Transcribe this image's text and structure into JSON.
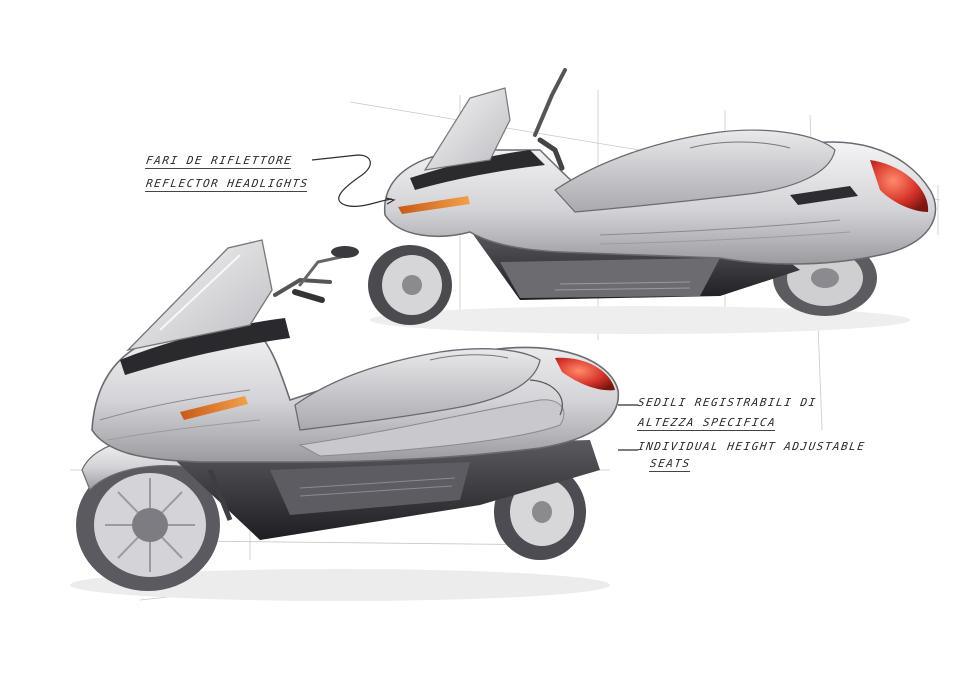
{
  "annotations": {
    "headlights_it": "Fari de riflettore",
    "headlights_en": "Reflector headlights",
    "seats_it_line1": "Sedili registrabili di",
    "seats_it_line2": "altezza specifica",
    "seats_en_line1": "Individual height adjustable",
    "seats_en_line2": "seats"
  },
  "colors": {
    "accent_orange": "#e07a2a",
    "tail_red": "#d6322a",
    "body_silver": "#d9d9dc",
    "shadow_dark": "#2b2b2e"
  }
}
